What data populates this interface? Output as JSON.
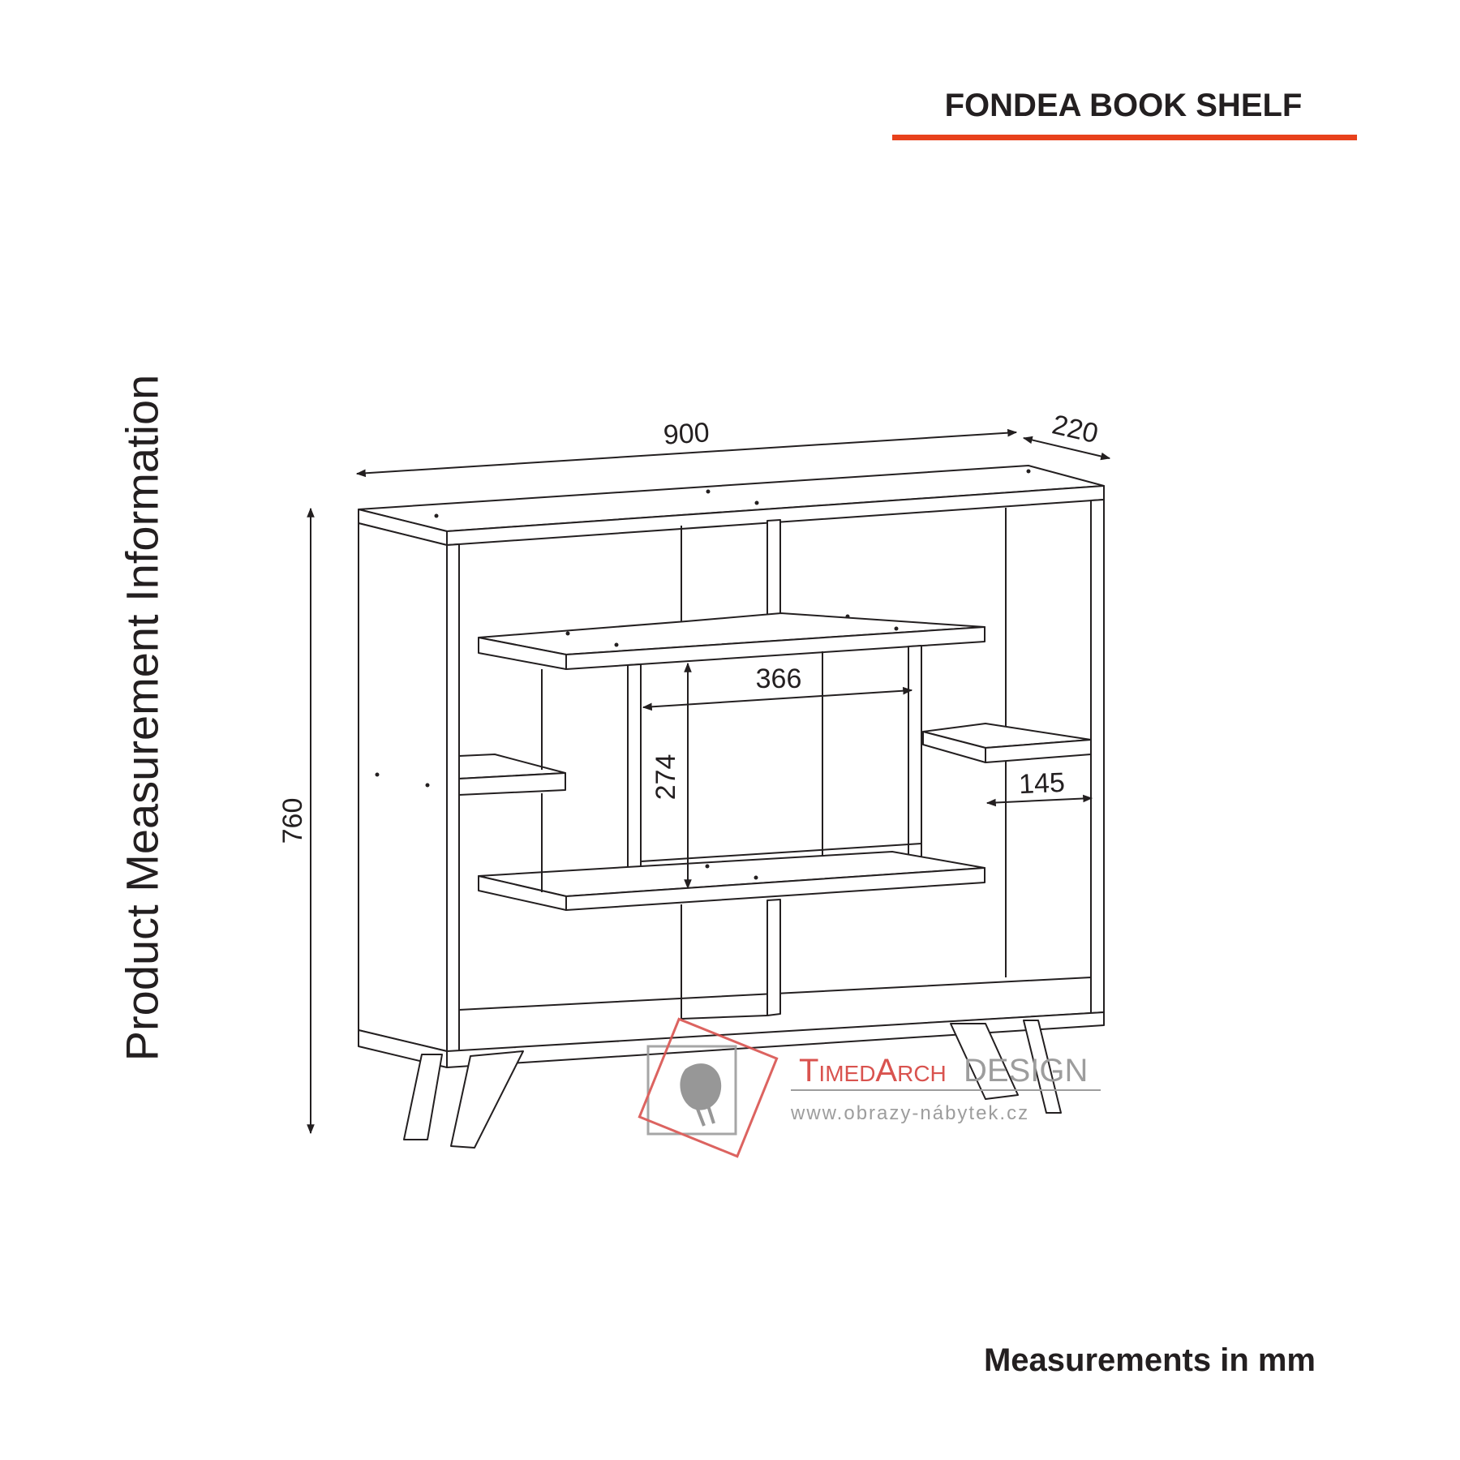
{
  "title": "FONDEA BOOK SHELF",
  "side_label": "Product Measurement Information",
  "units_note": "Measurements in mm",
  "dimensions": {
    "width": "900",
    "depth": "220",
    "height": "760",
    "inner_width": "366",
    "inner_height": "274",
    "side_width": "145"
  },
  "watermark": {
    "brand_part1": "TimedArch",
    "brand_part2": "DESIGN",
    "url": "www.obrazy-nábytek.cz"
  },
  "colors": {
    "accent": "#e8411c",
    "line": "#231f20",
    "watermark_red": "#d9534f",
    "watermark_gray": "#9d9d9d"
  }
}
